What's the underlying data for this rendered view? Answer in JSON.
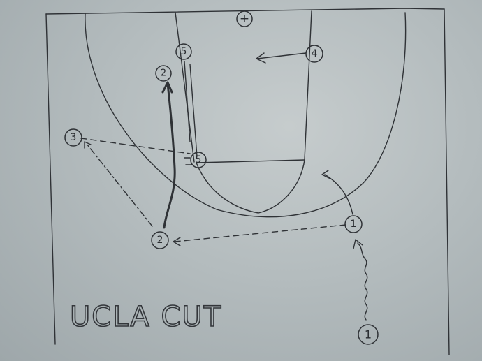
{
  "title": "UCLA CUT",
  "basket_symbol": "+",
  "players": [
    {
      "id": "p5_top",
      "label": "5"
    },
    {
      "id": "p4",
      "label": "4"
    },
    {
      "id": "p2_top",
      "label": "2"
    },
    {
      "id": "p3",
      "label": "3"
    },
    {
      "id": "p5_mid",
      "label": "5"
    },
    {
      "id": "p2_bottom",
      "label": "2"
    },
    {
      "id": "p1_mid",
      "label": "1"
    },
    {
      "id": "p1_bottom",
      "label": "1"
    }
  ]
}
